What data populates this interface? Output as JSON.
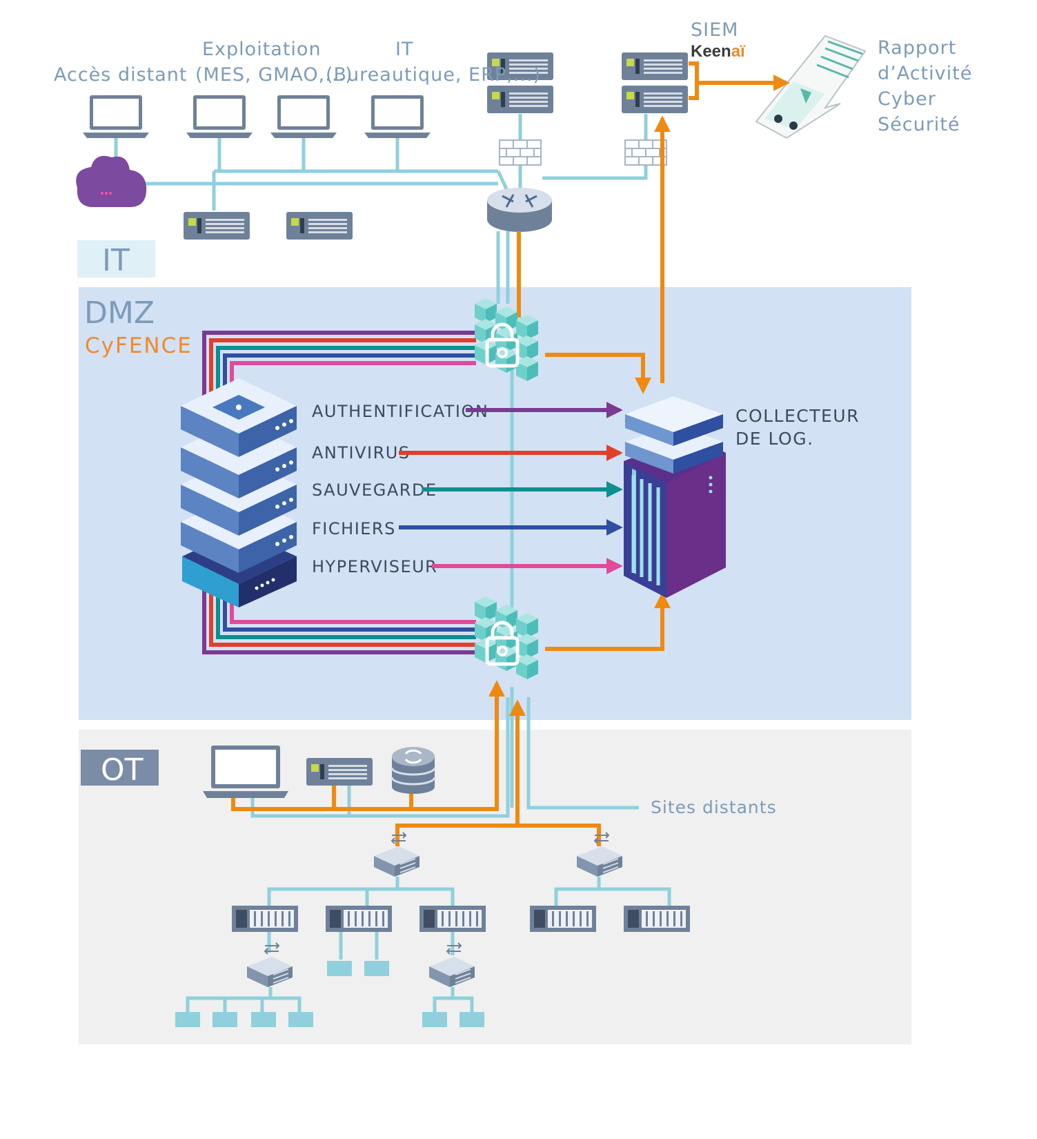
{
  "top_labels": {
    "remote_access": "Accès distant",
    "exploitation_title": "Exploitation",
    "exploitation_sub": "(MES, GMAO,...)",
    "it_title": "IT",
    "it_sub": "(Bureautique, ERP,...)",
    "siem": "SIEM",
    "keenai_part1": "Keen",
    "keenai_part2": "aï",
    "report": [
      "Rapport",
      "d’Activité",
      "Cyber",
      "Sécurité"
    ]
  },
  "zones": {
    "it": "IT",
    "dmz": "DMZ",
    "brand": "CyFENCE",
    "ot": "OT"
  },
  "log_flows": [
    {
      "label": "AUTHENTIFICATION",
      "color": "#7b3a92"
    },
    {
      "label": "ANTIVIRUS",
      "color": "#e0402a"
    },
    {
      "label": "SAUVEGARDE",
      "color": "#0e8f8f"
    },
    {
      "label": "FICHIERS",
      "color": "#2f4fa0"
    },
    {
      "label": "HYPERVISEUR",
      "color": "#e04a9a"
    }
  ],
  "collector": [
    "COLLECTEUR",
    "DE LOG."
  ],
  "remote_sites": "Sites distants",
  "colors": {
    "network_line": "#8fd0dc",
    "log_line": "#ef8a11",
    "dmz_bg": "#d3e1f4",
    "ot_bg": "#f0f0f0",
    "zone_label_bg": "#7a8ca6",
    "accent": "#ef8a2a"
  }
}
